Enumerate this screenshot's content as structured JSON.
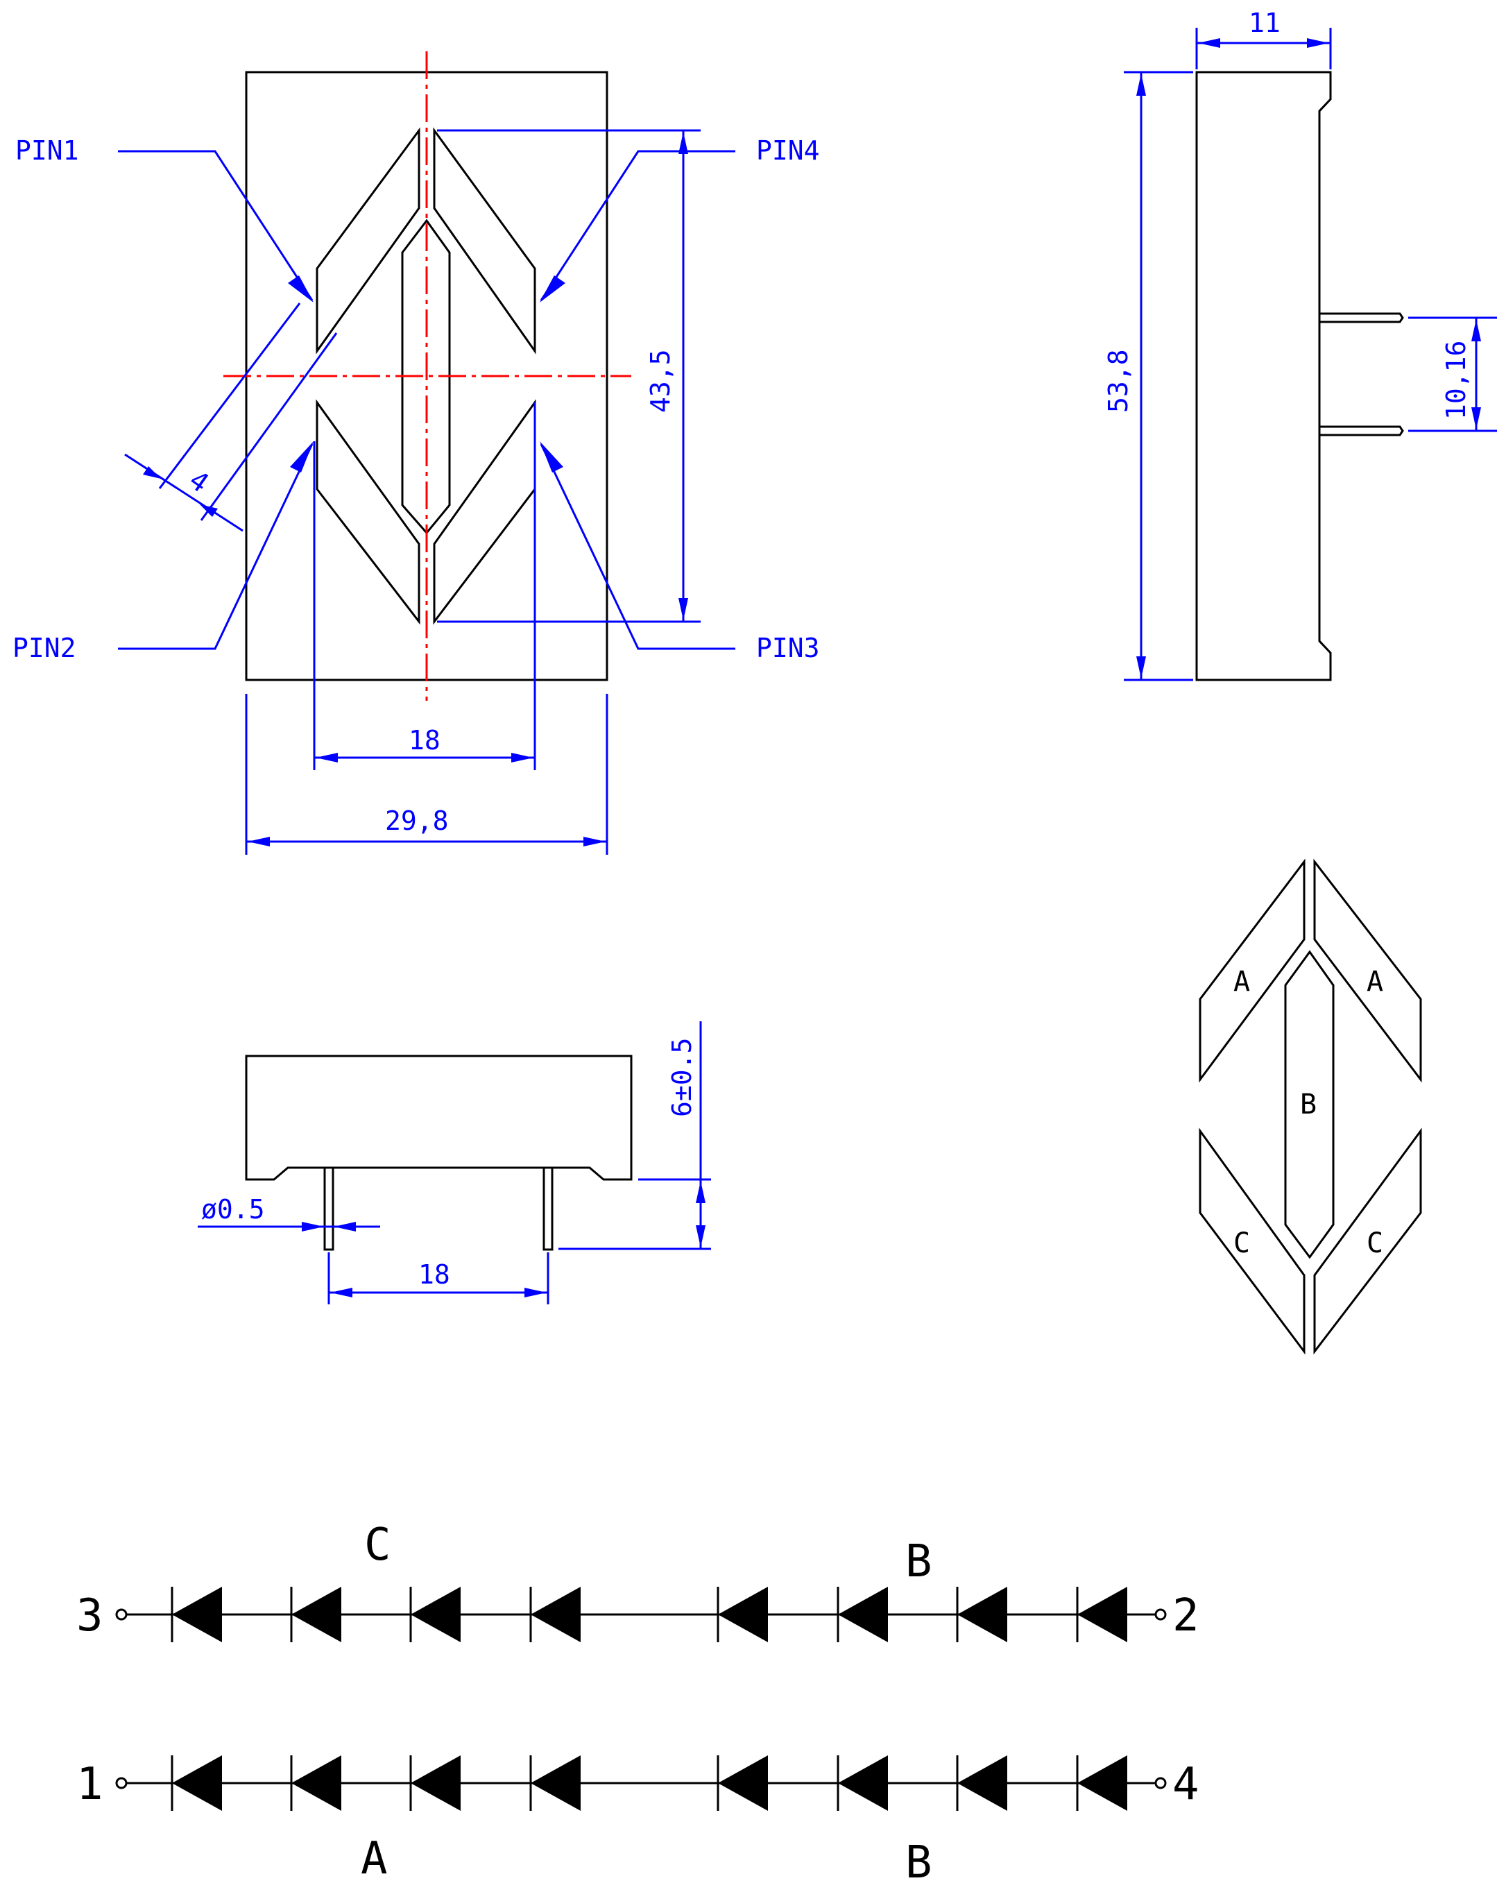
{
  "pins": {
    "pin1": "PIN1",
    "pin2": "PIN2",
    "pin3": "PIN3",
    "pin4": "PIN4"
  },
  "dimensions": {
    "segment_width": "4",
    "pin_spacing_front": "18",
    "body_width": "29,8",
    "pin_vertical_span": "43,5",
    "body_height": "53,8",
    "body_depth": "11",
    "pin_spacing_side": "10,16",
    "pin_length": "6±0.5",
    "pin_diameter": "ø0.5",
    "pin_spacing_bottom": "18"
  },
  "segments": {
    "a_left": "A",
    "a_right": "A",
    "b": "B",
    "c_left": "C",
    "c_right": "C"
  },
  "circuit": {
    "top": {
      "left_terminal": "3",
      "right_terminal": "2",
      "group_left": "C",
      "group_right": "B"
    },
    "bottom": {
      "left_terminal": "1",
      "right_terminal": "4",
      "group_left": "A",
      "group_right": "B"
    }
  },
  "colors": {
    "outline": "#000000",
    "dimension": "#0000ff",
    "centerline": "#ff0000"
  }
}
